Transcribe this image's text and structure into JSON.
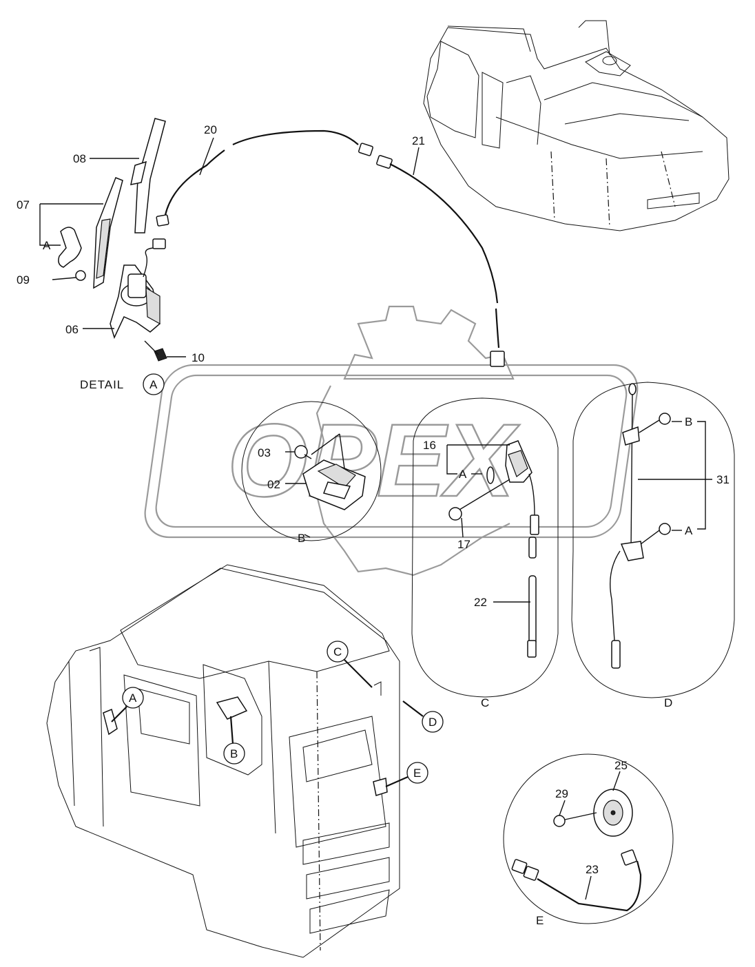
{
  "watermark": {
    "text": "OPEX",
    "color": "#9a9a9a"
  },
  "detail_caption": {
    "prefix": "DETAIL",
    "letter": "A"
  },
  "part_labels": {
    "p02": "02",
    "p03": "03",
    "p06": "06",
    "p07": "07",
    "p08": "08",
    "p09": "09",
    "p10": "10",
    "p16": "16",
    "p17": "17",
    "p20": "20",
    "p21": "21",
    "p22": "22",
    "p23": "23",
    "p25": "25",
    "p29": "29",
    "p31": "31"
  },
  "sub_refs": {
    "detail_a_ref": "A",
    "c_sub_a": "A",
    "d_sub_a": "A",
    "d_sub_b": "B"
  },
  "view_letters": {
    "b": "B",
    "c": "C",
    "d": "D",
    "e": "E"
  },
  "cab_callouts": {
    "a": "A",
    "b": "B",
    "c": "C",
    "d": "D",
    "e": "E"
  }
}
